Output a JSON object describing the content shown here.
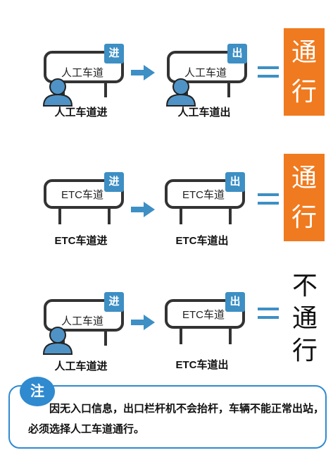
{
  "rows": [
    {
      "entry": {
        "sign": "人工车道",
        "badge": "进",
        "caption": "人工车道进"
      },
      "exit": {
        "sign": "人工车道",
        "badge": "出",
        "caption": "人工车道出"
      },
      "result": [
        "通",
        "行"
      ]
    },
    {
      "entry": {
        "sign": "ETC车道",
        "badge": "进",
        "caption": "ETC车道进"
      },
      "exit": {
        "sign": "ETC车道",
        "badge": "出",
        "caption": "ETC车道出"
      },
      "result": [
        "通",
        "行"
      ]
    },
    {
      "entry": {
        "sign": "人工车道",
        "badge": "进",
        "caption": "人工车道进"
      },
      "exit": {
        "sign": "ETC车道",
        "badge": "出",
        "caption": "ETC车道出"
      },
      "result": [
        "不",
        "通",
        "行"
      ]
    }
  ],
  "equals_symbol": "=",
  "note": {
    "badge": "注",
    "text": "因无入口信息，出口栏杆机不会抬杆，车辆不能正常出站，必须选择人工车道通行。"
  },
  "colors": {
    "accent_blue": "#3d8fc4",
    "accent_orange": "#f07a1f",
    "person_blue": "#4f93c6"
  },
  "icons": {
    "person": "person-icon",
    "arrow": "right-arrow-icon"
  }
}
